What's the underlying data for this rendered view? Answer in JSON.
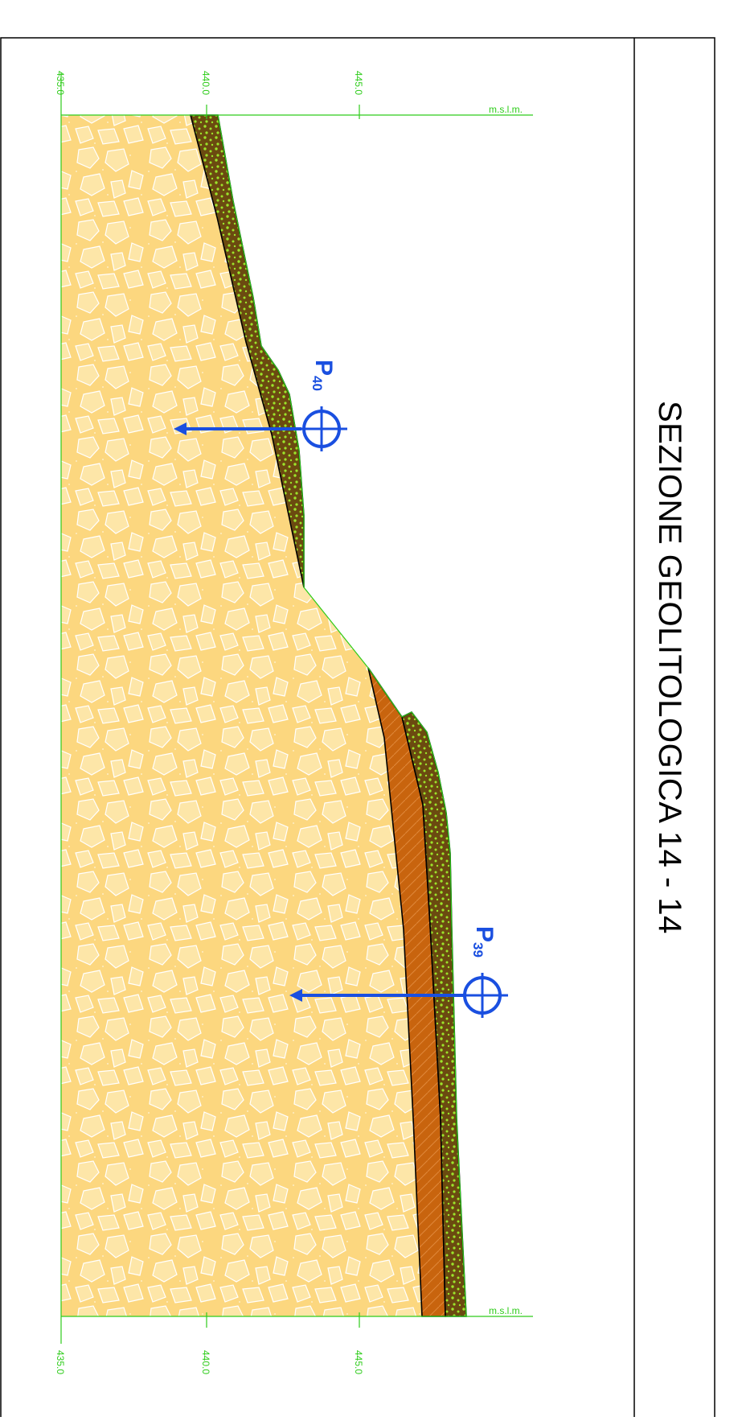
{
  "title": "SEZIONE GEOLITOLOGICA 14 - 14",
  "scale": {
    "unit_label": "m.s.l.m.",
    "ticks": [
      "435.0",
      "440.0",
      "445.0"
    ]
  },
  "boreholes": [
    {
      "prefix": "P",
      "number": "40"
    },
    {
      "prefix": "P",
      "number": "39"
    }
  ],
  "colors": {
    "frame": "#000000",
    "scale": "#2ecc1a",
    "gravel": "#fcd77f",
    "clay": "#c8640e",
    "topsoil": "#6b4a10",
    "topsoil_dots": "#9be52a",
    "borehole": "#1a4fe0"
  }
}
